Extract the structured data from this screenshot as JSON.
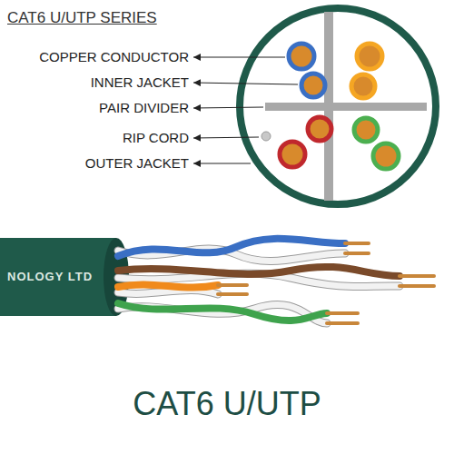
{
  "diagram": {
    "title": "CAT6 U/UTP SERIES",
    "caption": "CAT6 U/UTP",
    "labels": [
      "COPPER CONDUCTOR",
      "INNER JACKET",
      "PAIR DIVIDER",
      "RIP CORD",
      "OUTER JACKET",
      "NOLOGY LTD"
    ]
  }
}
